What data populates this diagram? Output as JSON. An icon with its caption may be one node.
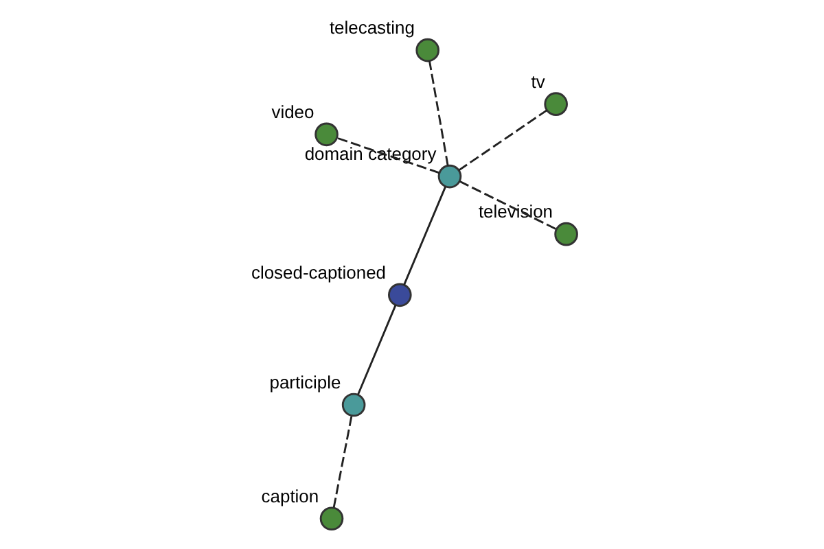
{
  "diagram": {
    "nodes": [
      {
        "text": [
          "video"
        ]
      },
      {
        "text": [
          "tv"
        ]
      },
      {
        "text": [
          "television"
        ]
      },
      {
        "text": [
          "domain category"
        ]
      },
      {
        "text": [
          "telecasting"
        ]
      },
      {
        "text": [
          "closed-captioned"
        ]
      },
      {
        "text": [
          "participle"
        ]
      },
      {
        "text": [
          "caption"
        ]
      }
    ],
    "edges": [
      {
        "from": 3,
        "to": 0,
        "arrow": "none",
        "style": "dashed"
      },
      {
        "from": 3,
        "to": 1,
        "arrow": "none",
        "style": "dashed"
      },
      {
        "from": 3,
        "to": 2,
        "arrow": "none",
        "style": "dashed"
      },
      {
        "from": 3,
        "to": 4,
        "arrow": "none",
        "style": "dashed"
      },
      {
        "from": 3,
        "to": 5,
        "arrow": "none"
      },
      {
        "from": 5,
        "to": 6,
        "arrow": "none"
      },
      {
        "from": 6,
        "to": 7,
        "arrow": "none",
        "style": "dashed"
      }
    ]
  }
}
